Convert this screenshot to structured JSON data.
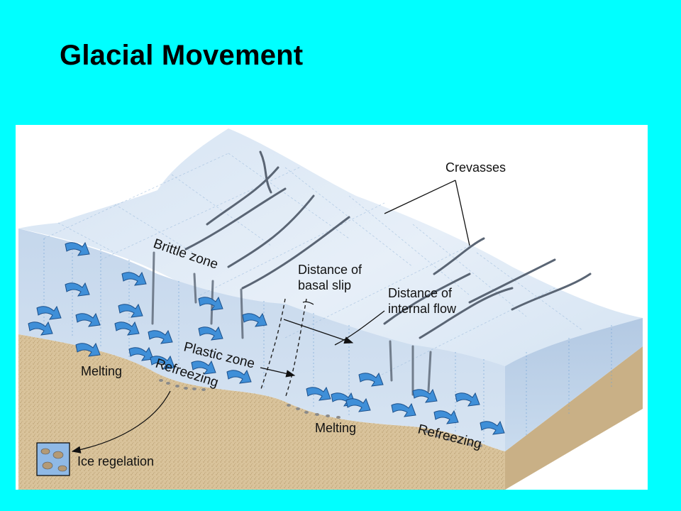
{
  "slide": {
    "title": "Glacial Movement"
  },
  "diagram": {
    "labels": {
      "crevasses": "Crevasses",
      "brittle_zone": "Brittle zone",
      "plastic_zone": "Plastic zone",
      "basal_slip_line1": "Distance of",
      "basal_slip_line2": "basal slip",
      "internal_flow_line1": "Distance of",
      "internal_flow_line2": "internal flow",
      "melting_left": "Melting",
      "refreezing_left": "Refreezing",
      "melting_center": "Melting",
      "refreezing_right": "Refreezing",
      "ice_regelation": "Ice regelation"
    },
    "colors": {
      "background": "#00ffff",
      "ice_top": "#dfeaf5",
      "ice_face": "#c9d9ec",
      "ice_side": "#b7cde6",
      "bedrock": "#d8c199",
      "arrow": "#3f8fd8"
    }
  }
}
